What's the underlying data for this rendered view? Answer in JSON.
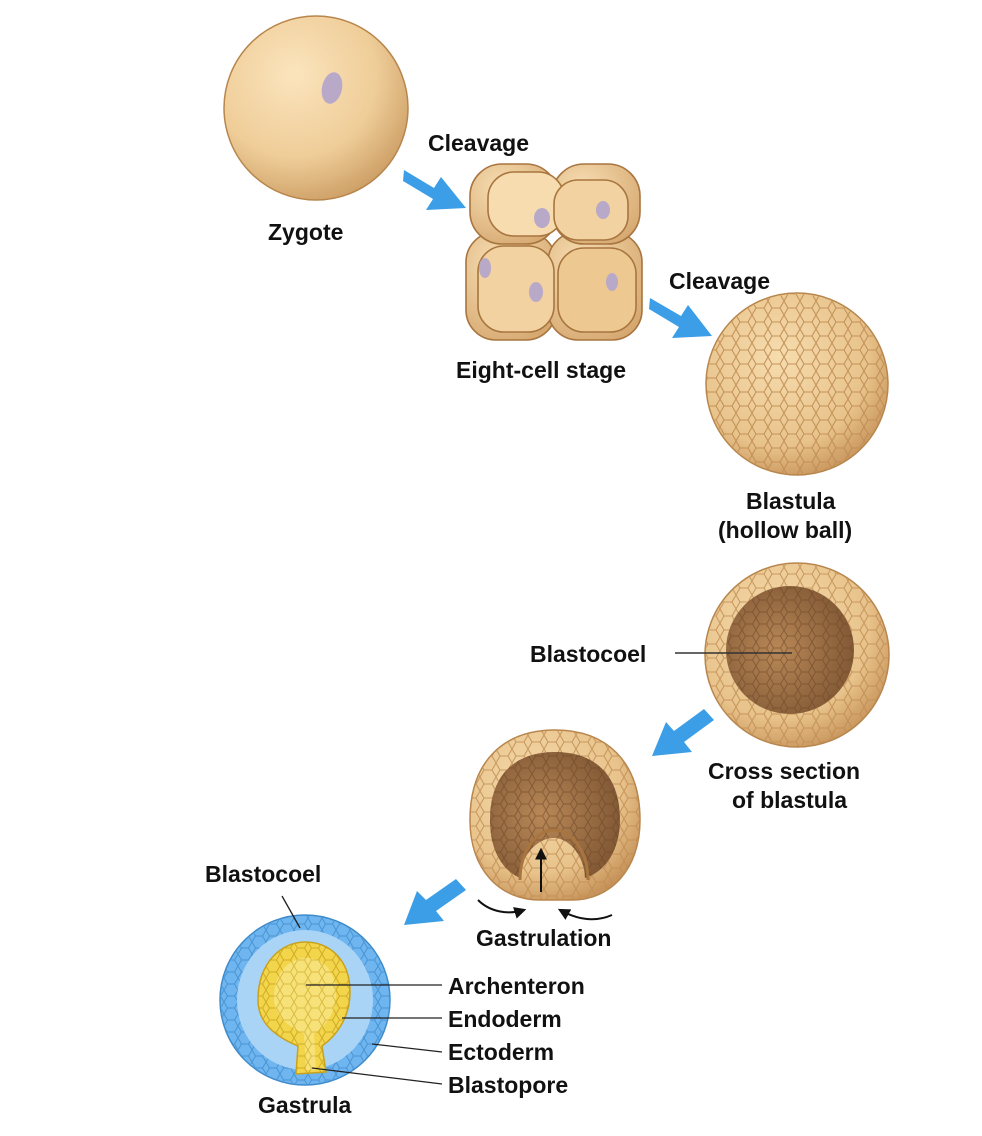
{
  "labels": {
    "zygote": "Zygote",
    "cleavage_1": "Cleavage",
    "eight_cell": "Eight-cell stage",
    "cleavage_2": "Cleavage",
    "blastula_1": "Blastula",
    "blastula_2": "(hollow ball)",
    "blastocoel_1": "Blastocoel",
    "cross_section_1": "Cross section",
    "cross_section_2": "of blastula",
    "gastrulation": "Gastrulation",
    "blastocoel_2": "Blastocoel",
    "archenteron": "Archenteron",
    "endoderm": "Endoderm",
    "ectoderm": "Ectoderm",
    "blastopore": "Blastopore",
    "gastrula": "Gastrula"
  },
  "colors": {
    "cell_tan": "#ecc992",
    "cell_dark": "#a8753f",
    "cavity": "#9a6c40",
    "arrow_blue": "#3b9ee6",
    "ectoderm_blue": "#6fb6f0",
    "endoderm_yellow": "#f2d54a",
    "nucleus": "#b9a9c8"
  }
}
